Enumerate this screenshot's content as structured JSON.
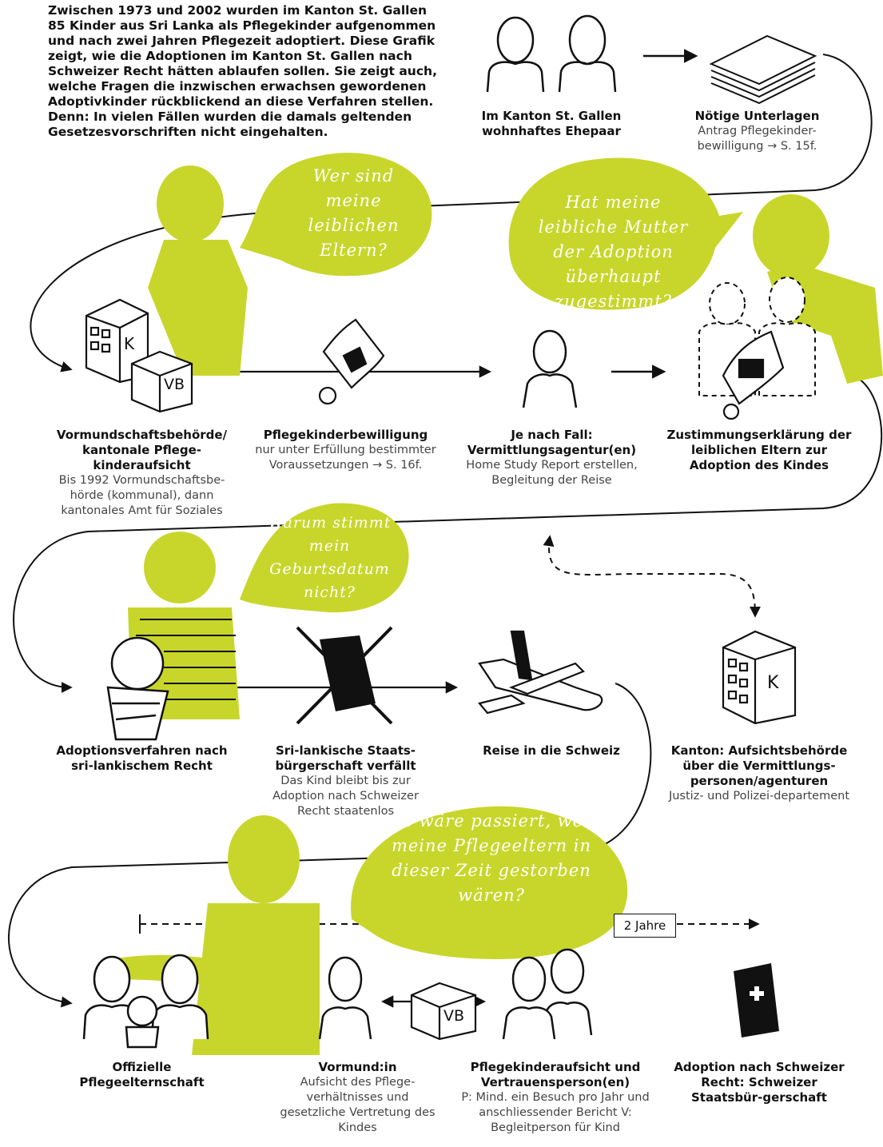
{
  "intro": "Zwischen 1973 und 2002 wurden im Kanton St. Gallen 85 Kinder aus Sri Lanka als Pflegekinder aufgenommen und nach zwei Jahren Pflegezeit adoptiert. Diese Grafik zeigt, wie die Adoptionen im Kanton St. Gallen nach Schweizer Recht hätten ablaufen sollen. Sie zeigt auch, welche Fragen die inzwischen erwachsen gewordenen Adoptivkinder rückblickend an diese Verfahren stellen. Denn: In vielen Fällen wurden die damals geltenden Gesetzesvorschriften nicht eingehalten.",
  "colors": {
    "accent": "#c8d62b",
    "line": "#111111"
  },
  "steps": {
    "ehepaar": {
      "title": "Im Kanton St. Gallen wohnhaftes Ehepaar",
      "desc": ""
    },
    "unterlagen": {
      "title": "Nötige Unterlagen",
      "desc": "Antrag Pflegekinder-bewilligung → S. 15f."
    },
    "vormundschaft": {
      "title": "Vormundschaftsbehörde/ kantonale Pflege-kinderaufsicht",
      "desc": "Bis 1992 Vormundschaftsbe-hörde (kommunal), dann kantonales Amt für Soziales"
    },
    "bewilligung": {
      "title": "Pflegekinderbewilligung",
      "desc": "nur unter Erfüllung bestimmter Voraussetzungen → S. 16f."
    },
    "agentur": {
      "title": "Je nach Fall: Vermittlungsagentur(en)",
      "desc": "Home Study Report erstellen, Begleitung der Reise"
    },
    "zustimmung": {
      "title": "Zustimmungserklärung der leiblichen Eltern zur Adoption des Kindes",
      "desc": ""
    },
    "adoptionsverfahren": {
      "title": "Adoptionsverfahren nach sri-lankischem Recht",
      "desc": ""
    },
    "staatsbuergerschaft": {
      "title": "Sri-lankische Staats-bürgerschaft verfällt",
      "desc": "Das Kind bleibt bis zur Adoption nach Schweizer Recht staatenlos"
    },
    "reise": {
      "title": "Reise in die Schweiz",
      "desc": ""
    },
    "kanton": {
      "title": "Kanton: Aufsichtsbehörde über die Vermittlungs-personen/agenturen",
      "desc": "Justiz- und Polizei-departement"
    },
    "pflegeelternschaft": {
      "title": "Offizielle Pflegeelternschaft",
      "desc": ""
    },
    "vormund": {
      "title": "Vormund:in",
      "desc": "Aufsicht des Pflege-verhältnisses und gesetzliche Vertretung des Kindes"
    },
    "pflegekinderaufsicht": {
      "title": "Pflegekinderaufsicht und Vertrauensperson(en)",
      "desc": "P: Mind. ein Besuch pro Jahr und anschliessender Bericht V: Begleitperson für Kind"
    },
    "schweizer_adoption": {
      "title": "Adoption nach Schweizer Recht: Schweizer Staatsbür-gerschaft",
      "desc": ""
    }
  },
  "bubbles": {
    "q1": "Wer sind meine leiblichen Eltern?",
    "q2": "Hat meine leibliche Mutter der Adoption überhaupt zugestimmt?",
    "q3": "Warum stimmt mein Geburtsdatum nicht?",
    "q4": "Was wäre passiert, wenn meine Pflegeeltern in dieser Zeit gestorben wären?"
  },
  "duration": "2 Jahre",
  "icon_labels": {
    "k": "K",
    "vb": "VB"
  }
}
